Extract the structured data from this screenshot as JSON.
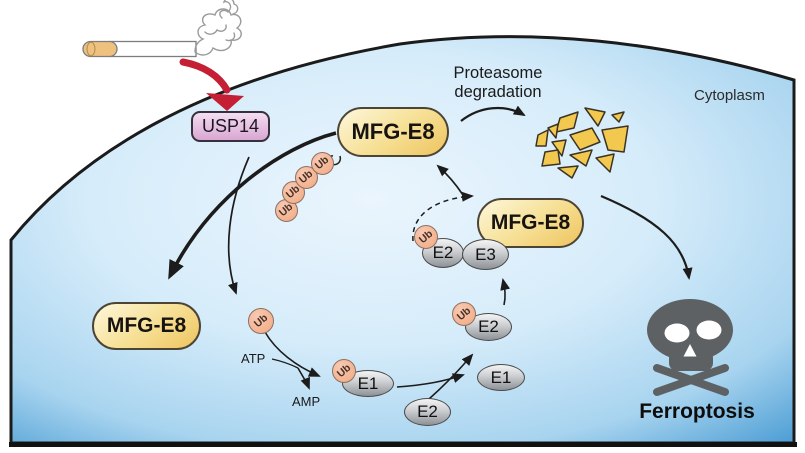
{
  "diagram": {
    "cell": {
      "compartment_label": "Cytoplasm"
    },
    "nodes": {
      "usp14": "USP14",
      "mfge8": "MFG-E8",
      "ub": "Ub",
      "e1": "E1",
      "e2": "E2",
      "e3": "E3"
    },
    "texts": {
      "proteasome_degradation": [
        "Proteasome",
        "degradation"
      ],
      "atp": "ATP",
      "amp": "AMP",
      "ferroptosis": "Ferroptosis"
    },
    "icons": {
      "cigarette": "cigarette-smoke-icon",
      "fragments": "degraded-protein-fragments-icon",
      "skull": "skull-crossbones-icon"
    },
    "colors": {
      "cell_fill_center": "#d6ecfa",
      "cell_fill_edge": "#4f9fd5",
      "membrane": "#1b1b1b",
      "usp14_fill": "#dcabd6",
      "mfge8_fill": "#f3d684",
      "ub_fill": "#f1a981",
      "enzyme_fill": "#b9bdc1",
      "fragment_fill": "#f2c94e",
      "skull_fill": "#5d6164",
      "inhibition_arrow": "#c41f34",
      "arrow": "#1c1c1c"
    }
  }
}
